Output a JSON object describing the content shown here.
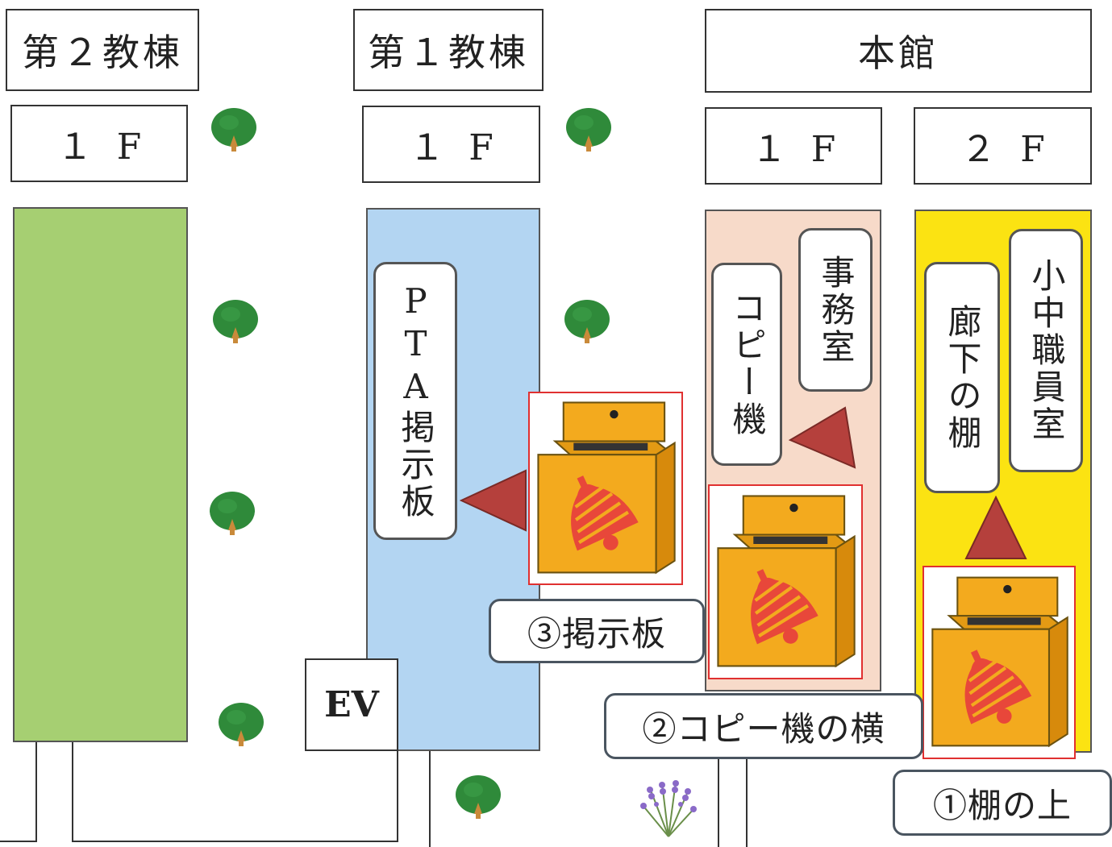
{
  "buildings": {
    "bldg2": {
      "name": "第２教棟",
      "floor": "１F"
    },
    "bldg1": {
      "name": "第１教棟",
      "floor": "１F"
    },
    "main": {
      "name": "本館",
      "floor1": "１F",
      "floor2": "２F"
    }
  },
  "labels": {
    "pta_board": "PTA掲示板",
    "copy_machine": "コピー機",
    "office": "事務室",
    "corridor_shelf": "廊下の棚",
    "staff_room": "小中職員室",
    "ev": "EV"
  },
  "captions": {
    "c1": "①棚の上",
    "c2": "②コピー機の横",
    "c3": "③掲示板"
  },
  "colors": {
    "green_area": "#a6cf72",
    "blue_area": "#b3d5f2",
    "pink_area": "#f7dac9",
    "yellow_area": "#fbe312",
    "arrow": "#b5403c",
    "box_orange": "#f3aa1e",
    "bell": "#e8473a"
  },
  "icons": [
    "tree-icon",
    "suggestion-box-icon",
    "bell-icon",
    "triangle-arrow-icon",
    "lavender-icon"
  ]
}
